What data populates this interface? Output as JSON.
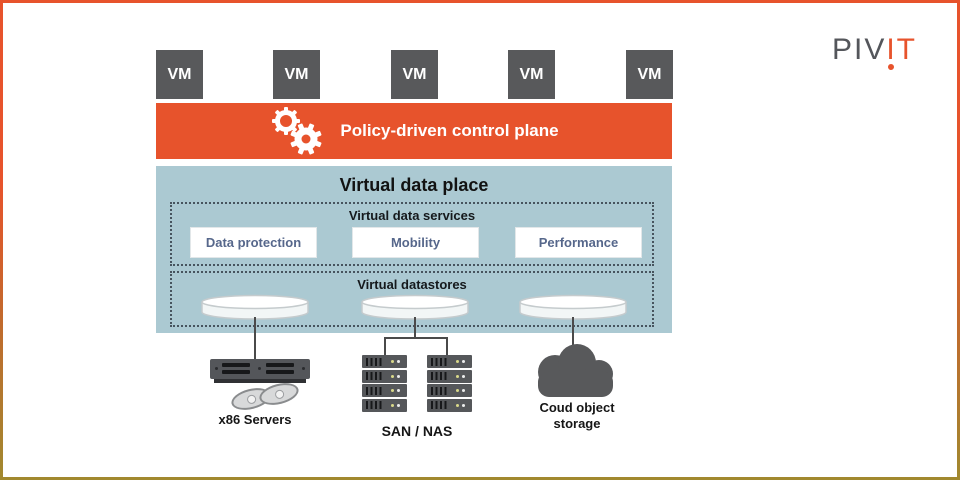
{
  "colors": {
    "accent_orange": "#E7532C",
    "panel_blue": "#ABC9D2",
    "box_gray": "#58595B",
    "border_bottom_olive": "#A1892F",
    "service_text": "#56678B"
  },
  "logo": {
    "prefix": "PIV",
    "suffix": "IT"
  },
  "vm_row": {
    "items": [
      "VM",
      "VM",
      "VM",
      "VM",
      "VM"
    ]
  },
  "control_plane": {
    "label": "Policy-driven control plane",
    "icon": "gears-icon"
  },
  "virtual_data_place": {
    "title": "Virtual data place",
    "services": {
      "title": "Virtual data services",
      "buttons": [
        "Data protection",
        "Mobility",
        "Performance"
      ]
    },
    "datastores": {
      "title": "Virtual datastores",
      "disk_icons": [
        "datastore-disk-icon",
        "datastore-disk-icon",
        "datastore-disk-icon"
      ]
    }
  },
  "infrastructure": {
    "servers_label": "x86 Servers",
    "san_nas_label": "SAN / NAS",
    "cloud_label": [
      "Coud object",
      "storage"
    ],
    "icons": [
      "x86-server-icon",
      "san-nas-rack-icon",
      "cloud-icon"
    ]
  }
}
